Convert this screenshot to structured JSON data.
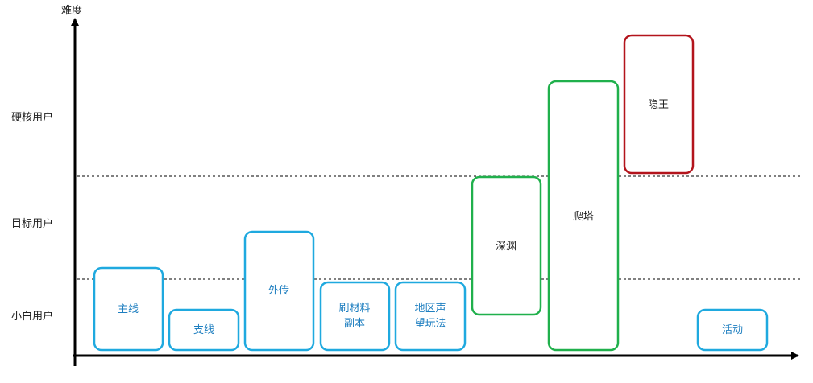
{
  "axis": {
    "y_label": "难度"
  },
  "colors": {
    "axis": "#000000",
    "divider": "#000000",
    "blue": "#1fa9df",
    "green": "#20b04c",
    "red": "#b3141c",
    "dark_text": "#222222",
    "blue_text": "#1f7fc0"
  },
  "chart_data": {
    "type": "diagram",
    "tiers": [
      {
        "label": "小白用户"
      },
      {
        "label": "目标用户"
      },
      {
        "label": "硬核用户"
      }
    ],
    "blocks": [
      {
        "id": "main-story",
        "lines": [
          "主线"
        ],
        "color": "blue"
      },
      {
        "id": "side-story",
        "lines": [
          "支线"
        ],
        "color": "blue"
      },
      {
        "id": "biography",
        "lines": [
          "外传"
        ],
        "color": "blue"
      },
      {
        "id": "material-dungeon",
        "lines": [
          "刷材料",
          "副本"
        ],
        "color": "blue"
      },
      {
        "id": "regional-reputation",
        "lines": [
          "地区声",
          "望玩法"
        ],
        "color": "blue"
      },
      {
        "id": "abyss",
        "lines": [
          "深渊"
        ],
        "color": "green"
      },
      {
        "id": "tower",
        "lines": [
          "爬塔"
        ],
        "color": "green"
      },
      {
        "id": "hidden-king",
        "lines": [
          "隐王"
        ],
        "color": "red"
      },
      {
        "id": "events",
        "lines": [
          "活动"
        ],
        "color": "blue"
      }
    ]
  }
}
